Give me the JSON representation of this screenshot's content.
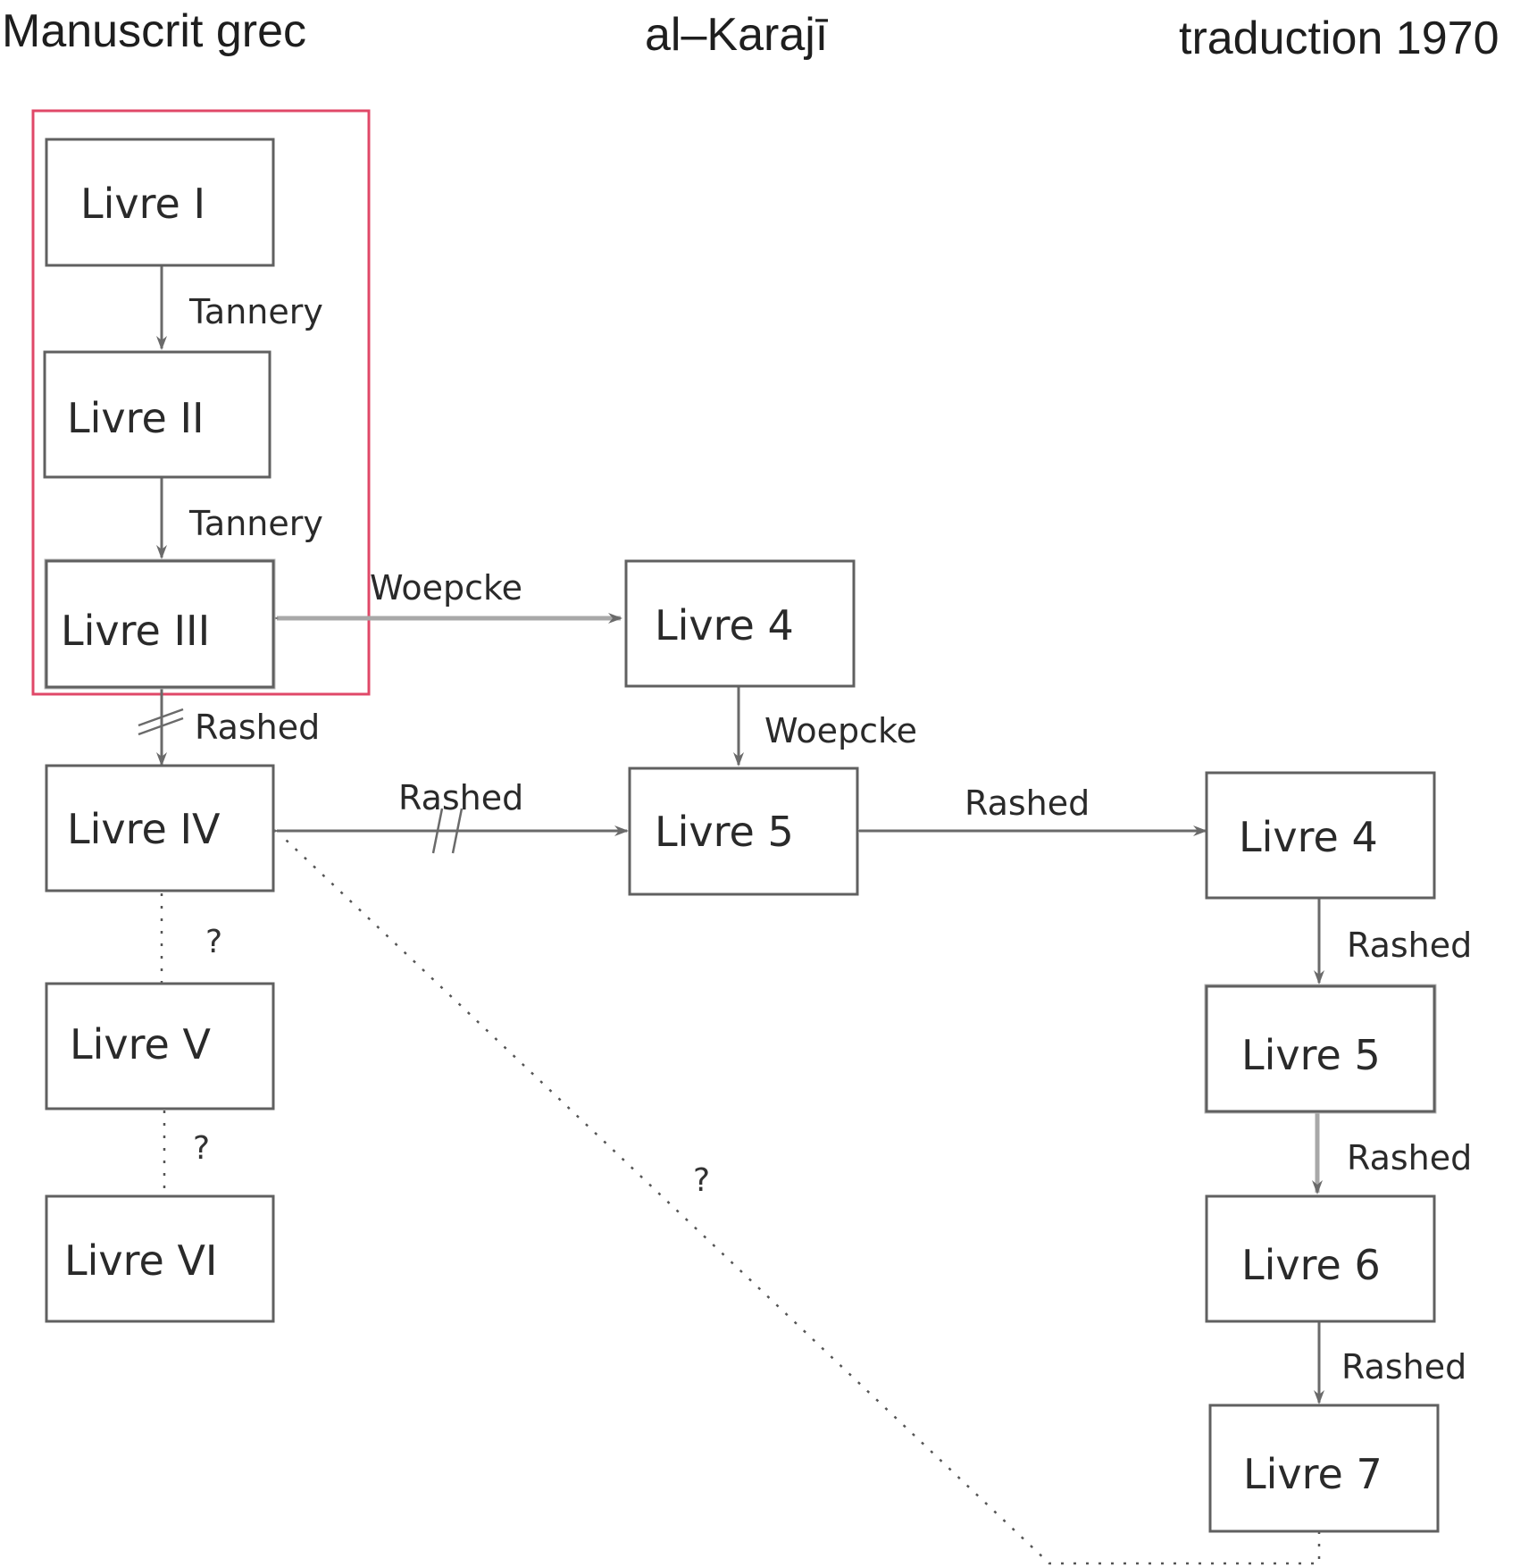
{
  "columns": {
    "greek": "Manuscrit grec",
    "karaji": "al–Karajī",
    "translation": "traduction 1970"
  },
  "greek_books": {
    "b1": "Livre I",
    "b2": "Livre II",
    "b3": "Livre III",
    "b4": "Livre IV",
    "b5": "Livre V",
    "b6": "Livre VI"
  },
  "karaji_books": {
    "b4": "Livre 4",
    "b5": "Livre 5"
  },
  "translation_books": {
    "b4": "Livre 4",
    "b5": "Livre 5",
    "b6": "Livre 6",
    "b7": "Livre 7"
  },
  "edge_labels": {
    "tannery_1": "Tannery",
    "tannery_2": "Tannery",
    "woepcke_h": "Woepcke",
    "woepcke_v": "Woepcke",
    "rashed_3_4": "Rashed",
    "rashed_iv_5": "Rashed",
    "rashed_5_4": "Rashed",
    "rashed_t4_t5": "Rashed",
    "rashed_t5_t6": "Rashed",
    "rashed_t6_t7": "Rashed",
    "q1": "?",
    "q2": "?",
    "q3": "?"
  }
}
